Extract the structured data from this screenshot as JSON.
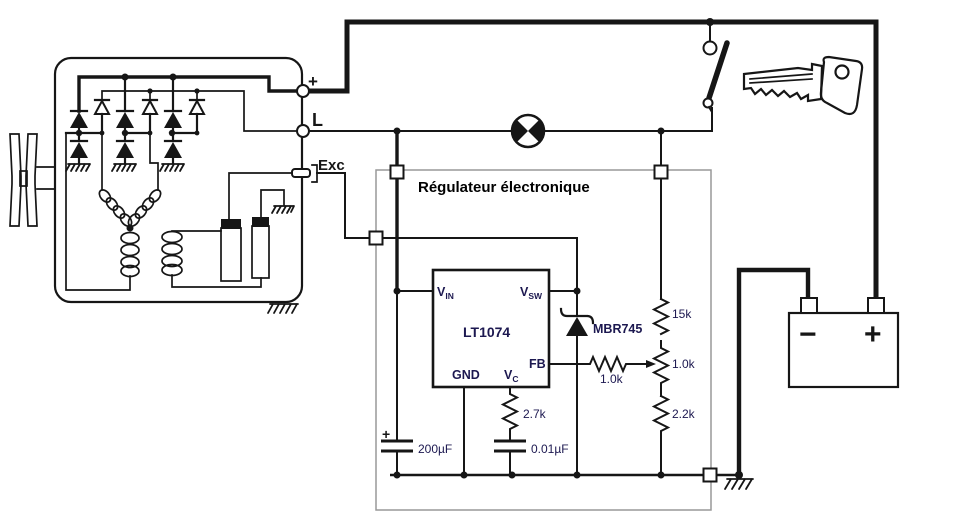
{
  "alternator": {
    "terminal_plus": "+",
    "terminal_l": "L",
    "terminal_exc": "Exc"
  },
  "regulator": {
    "title": "Régulateur électronique",
    "ic_name": "LT1074",
    "pin_vin": {
      "base": "V",
      "sub": "IN"
    },
    "pin_vsw": {
      "base": "V",
      "sub": "SW"
    },
    "pin_fb": "FB",
    "pin_gnd": "GND",
    "pin_vc": {
      "base": "V",
      "sub": "C"
    },
    "diode_label": "MBR745",
    "r_fb": "1.0k",
    "r_top": "15k",
    "r_pot": "1.0k",
    "r_bottom": "2.2k",
    "r_vc": "2.7k",
    "c_in": "200µF",
    "c_in_polarity": "+",
    "c_vc": "0.01µF"
  },
  "battery": {
    "neg": "−",
    "pos": "+"
  },
  "colors": {
    "ink": "#161616",
    "component_ink": "#1c1850",
    "box_stroke": "#999999",
    "paper": "#ffffff"
  }
}
